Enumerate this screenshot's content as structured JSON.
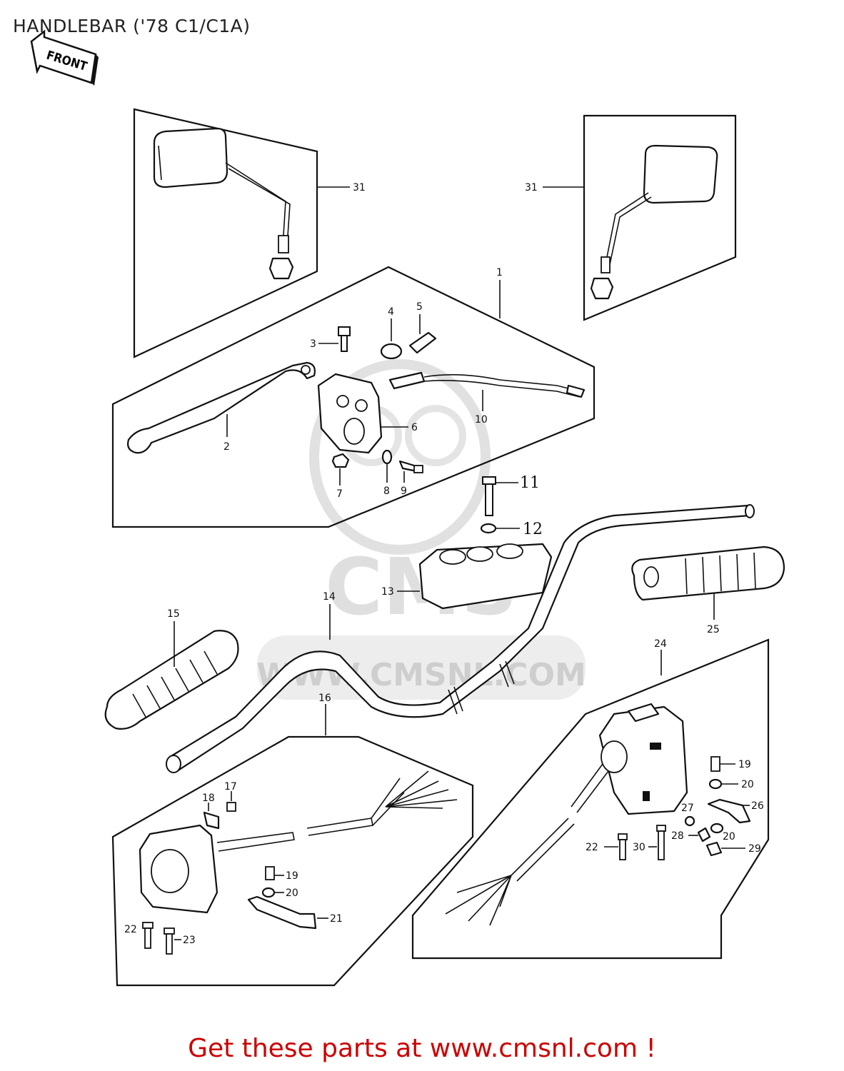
{
  "title": "HANDLEBAR ('78 C1/C1A)",
  "front_label": "FRONT",
  "watermark": {
    "logo": "CMS",
    "url": "WWW.CMSNL.COM",
    "color": "#d9d9d9"
  },
  "footer_link": "Get these parts at www.cmsnl.com !",
  "colors": {
    "footer": "#cc0000",
    "line": "#111111",
    "background": "#ffffff"
  },
  "callouts": {
    "c1": "1",
    "c2": "2",
    "c3": "3",
    "c4": "4",
    "c5": "5",
    "c6": "6",
    "c7": "7",
    "c8": "8",
    "c9": "9",
    "c10": "10",
    "c11": "11",
    "c12": "12",
    "c13": "13",
    "c14": "14",
    "c15": "15",
    "c16": "16",
    "c17": "17",
    "c18": "18",
    "c19a": "19",
    "c20a": "20",
    "c21": "21",
    "c22a": "22",
    "c23": "23",
    "c24": "24",
    "c25": "25",
    "c19b": "19",
    "c20b": "20",
    "c26": "26",
    "c27": "27",
    "c28": "28",
    "c20c": "20",
    "c22b": "22",
    "c30": "30",
    "c29": "29",
    "c31a": "31",
    "c31b": "31"
  }
}
